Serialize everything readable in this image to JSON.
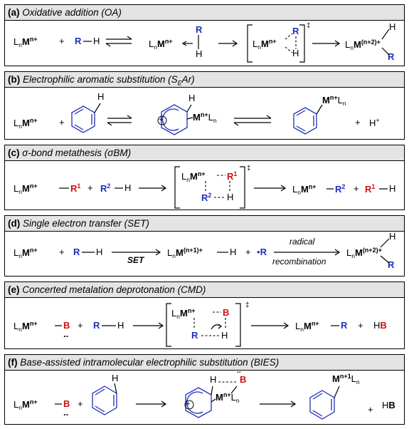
{
  "panels": [
    {
      "letter": "(a)",
      "title": "Oxidative addition (OA)"
    },
    {
      "letter": "(b)",
      "title": "Electrophilic aromatic substitution (S",
      "title_sub": "E",
      "title_end": "Ar)"
    },
    {
      "letter": "(c)",
      "title": "σ-bond metathesis (σBM)"
    },
    {
      "letter": "(d)",
      "title": "Single electron transfer (SET)"
    },
    {
      "letter": "(e)",
      "title": "Concerted metalation deprotonation (CMD)"
    },
    {
      "letter": "(f)",
      "title": "Base-assisted intramolecular electrophilic substitution (BIES)"
    }
  ],
  "chem": {
    "L": "L",
    "n": "n",
    "M": "M",
    "ox": "n+",
    "ox2": "(n+2)+",
    "ox1": "(n+1)+",
    "ox1b": "n+1",
    "R": "R",
    "H": "H",
    "B": "B",
    "R1": "R",
    "R2": "R",
    "one": "1",
    "two": "2",
    "plus": "+",
    "Hplus": "H",
    "ts": "‡",
    "dot": "•",
    "lone": "..",
    "HB": "H"
  },
  "labels": {
    "set": "SET",
    "radical": "radical",
    "recombination": "recombination"
  },
  "colors": {
    "blue": "#1f2fb8",
    "red": "#d01010",
    "header": "#e4e4e4"
  }
}
